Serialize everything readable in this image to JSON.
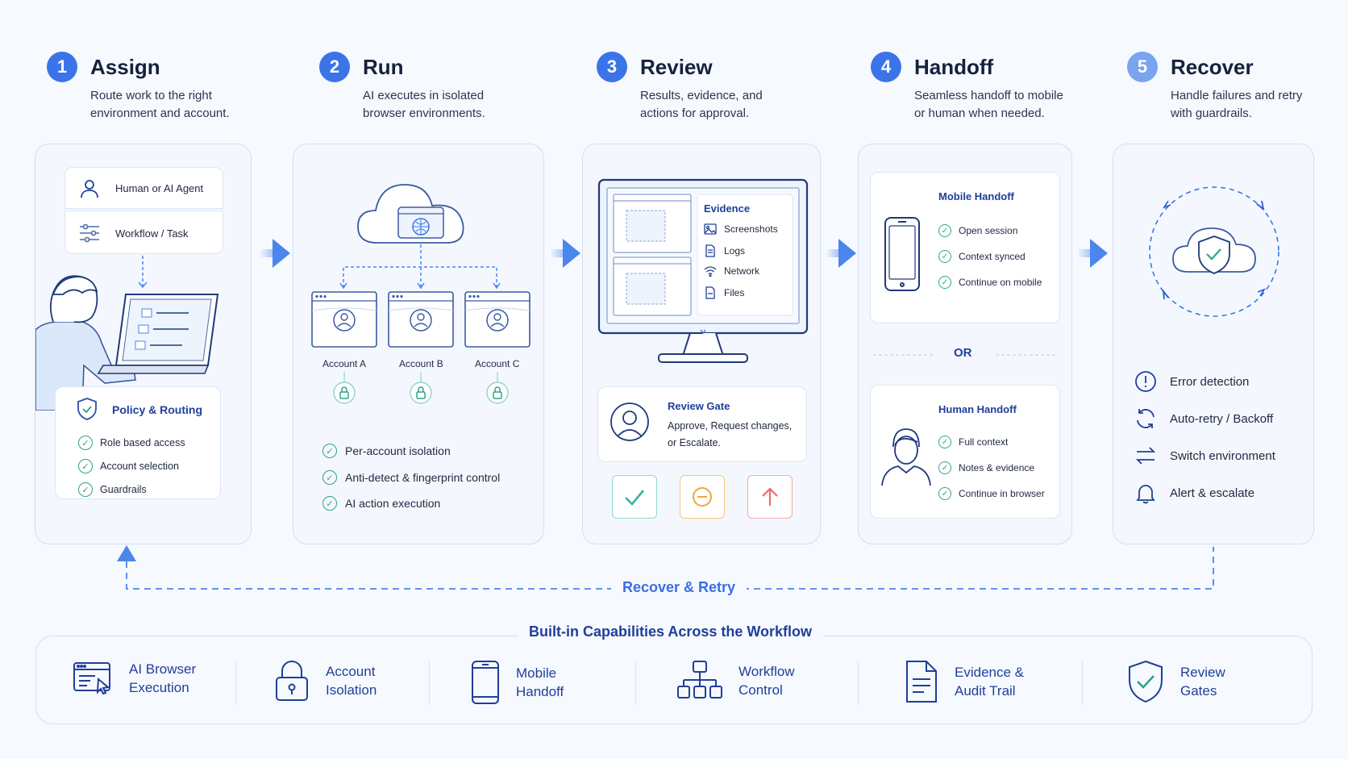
{
  "colors": {
    "accent": "#3b74e8",
    "dark_blue": "#1f3f9a",
    "check_green": "#2ea38a",
    "approve_teal": "#34b3a4",
    "changes_orange": "#f0a63a",
    "escalate_red": "#ee6a6a"
  },
  "steps": [
    {
      "num": "1",
      "title": "Assign",
      "desc": "Route work to the right environment and account."
    },
    {
      "num": "2",
      "title": "Run",
      "desc": "AI executes in isolated browser environments."
    },
    {
      "num": "3",
      "title": "Review",
      "desc": "Results, evidence, and actions for approval."
    },
    {
      "num": "4",
      "title": "Handoff",
      "desc": "Seamless handoff to mobile or human when needed."
    },
    {
      "num": "5",
      "title": "Recover",
      "desc": "Handle failures and retry with guardrails."
    }
  ],
  "assign": {
    "human_agent": "Human or AI Agent",
    "workflow_task": "Workflow / Task",
    "policy_title": "Policy & Routing",
    "policy_items": [
      "Role based access",
      "Account selection",
      "Guardrails"
    ]
  },
  "run": {
    "accounts": [
      "Account A",
      "Account B",
      "Account C"
    ],
    "features": [
      "Per-account isolation",
      "Anti-detect & fingerprint control",
      "AI action execution"
    ]
  },
  "review": {
    "evidence_title": "Evidence",
    "evidence_items": [
      "Screenshots",
      "Logs",
      "Network",
      "Files"
    ],
    "gate_title": "Review Gate",
    "gate_desc": "Approve, Request changes, or Escalate."
  },
  "handoff": {
    "mobile_title": "Mobile Handoff",
    "mobile_items": [
      "Open session",
      "Context synced",
      "Continue on mobile"
    ],
    "or_label": "OR",
    "human_title": "Human Handoff",
    "human_items": [
      "Full context",
      "Notes & evidence",
      "Continue in browser"
    ]
  },
  "recover": {
    "items": [
      {
        "icon": "error-icon",
        "label": "Error detection"
      },
      {
        "icon": "retry-icon",
        "label": "Auto-retry / Backoff"
      },
      {
        "icon": "switch-icon",
        "label": "Switch environment"
      },
      {
        "icon": "bell-icon",
        "label": "Alert & escalate"
      }
    ]
  },
  "loop_label": "Recover & Retry",
  "capabilities": {
    "title": "Built-in Capabilities Across the Workflow",
    "items": [
      {
        "icon": "browser-icon",
        "line1": "AI Browser",
        "line2": "Execution"
      },
      {
        "icon": "lock-icon",
        "line1": "Account",
        "line2": "Isolation"
      },
      {
        "icon": "phone-icon",
        "line1": "Mobile",
        "line2": "Handoff"
      },
      {
        "icon": "org-chart-icon",
        "line1": "Workflow",
        "line2": "Control"
      },
      {
        "icon": "document-icon",
        "line1": "Evidence &",
        "line2": "Audit Trail"
      },
      {
        "icon": "shield-check-icon",
        "line1": "Review",
        "line2": "Gates"
      }
    ]
  }
}
